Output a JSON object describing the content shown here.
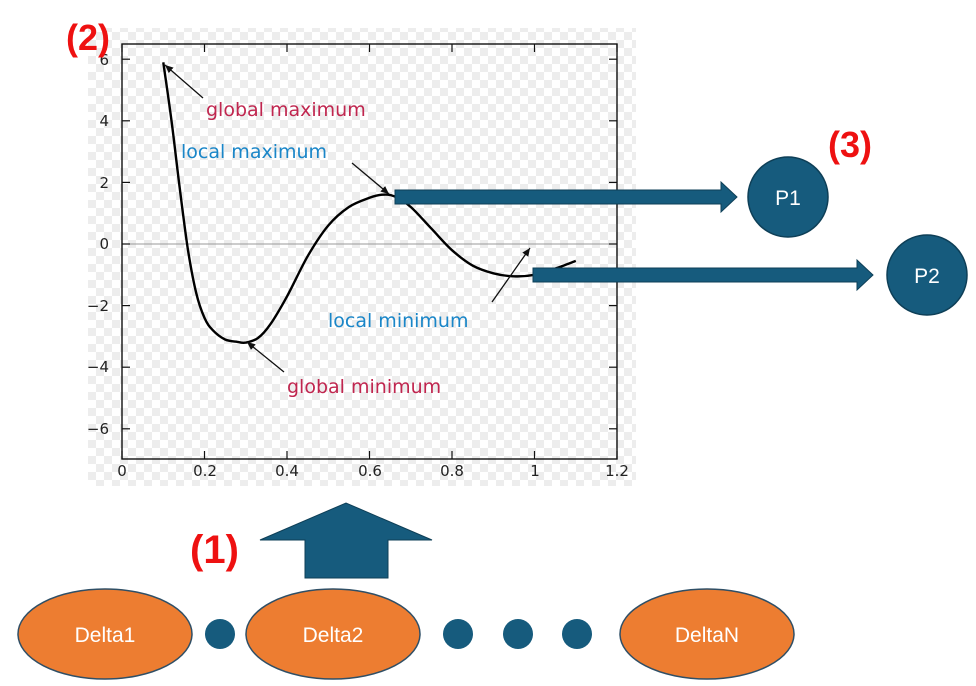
{
  "labels": {
    "step1": "(1)",
    "step2": "(2)",
    "step3": "(3)"
  },
  "chart_data": {
    "type": "line",
    "title": "",
    "xlabel": "",
    "ylabel": "",
    "xlim": [
      0,
      1.2
    ],
    "ylim": [
      -7,
      6
    ],
    "x_ticks": [
      "0",
      "0.2",
      "0.4",
      "0.6",
      "0.8",
      "1",
      "1.2"
    ],
    "y_ticks": [
      "6",
      "4",
      "2",
      "0",
      "−2",
      "−4",
      "−6"
    ],
    "series": [
      {
        "x": [
          0.1,
          0.12,
          0.14,
          0.16,
          0.18,
          0.2,
          0.22,
          0.25,
          0.28,
          0.3,
          0.33,
          0.36,
          0.4,
          0.45,
          0.5,
          0.55,
          0.6,
          0.63,
          0.66,
          0.7,
          0.75,
          0.8,
          0.85,
          0.9,
          0.95,
          1.0,
          1.05,
          1.1
        ],
        "y": [
          5.9,
          4.0,
          1.8,
          -0.2,
          -1.6,
          -2.4,
          -2.8,
          -3.1,
          -3.18,
          -3.2,
          -3.05,
          -2.6,
          -1.7,
          -0.4,
          0.6,
          1.2,
          1.5,
          1.6,
          1.55,
          1.2,
          0.5,
          -0.2,
          -0.7,
          -0.95,
          -1.05,
          -1.0,
          -0.8,
          -0.55
        ]
      }
    ],
    "annotations": [
      {
        "text": "global maximum",
        "color": "#c0264f"
      },
      {
        "text": "local maximum",
        "color": "#1a86c8"
      },
      {
        "text": "local minimum",
        "color": "#1a86c8"
      },
      {
        "text": "global minimum",
        "color": "#c0264f"
      }
    ]
  },
  "nodes": {
    "p1": "P1",
    "p2": "P2"
  },
  "deltas": {
    "d1": "Delta1",
    "d2": "Delta2",
    "dn": "DeltaN"
  },
  "colors": {
    "accent_red": "#ee1111",
    "navy": "#165b7d",
    "orange": "#ed7d31"
  }
}
